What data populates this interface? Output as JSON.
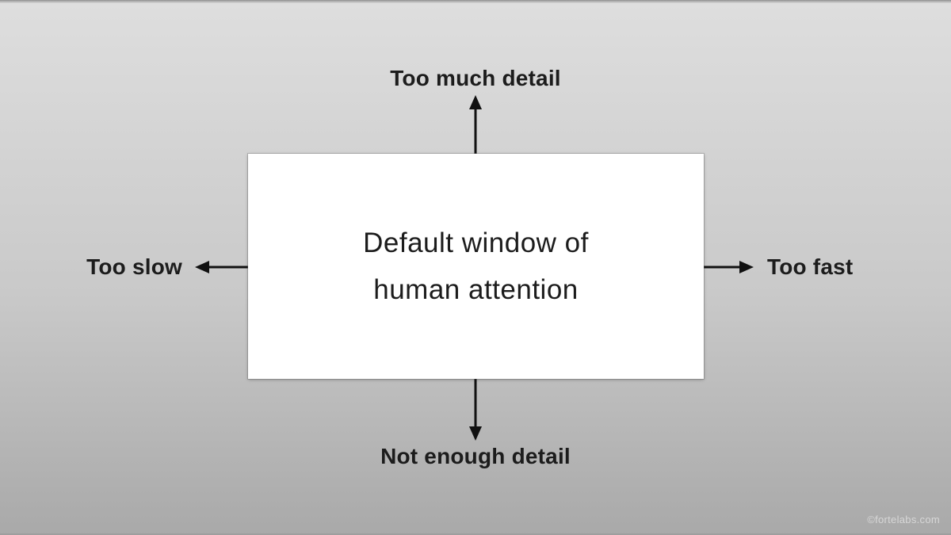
{
  "canvas": {
    "background_top": "#dedede",
    "background_bottom": "#a9a9a9",
    "arrow_color": "#111111",
    "text_color": "#1c1c1c",
    "box_background": "#ffffff"
  },
  "center_box": {
    "line1": "Default window of",
    "line2": "human attention"
  },
  "labels": {
    "top": "Too much detail",
    "bottom": "Not enough detail",
    "left": "Too slow",
    "right": "Too fast"
  },
  "watermark": {
    "text": "©fortelabs.com"
  }
}
